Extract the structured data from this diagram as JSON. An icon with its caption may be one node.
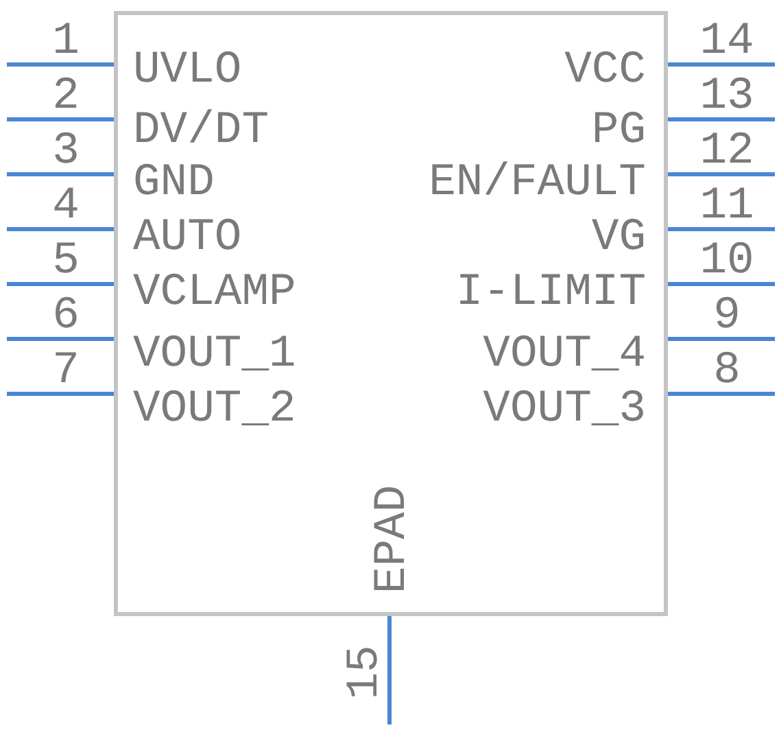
{
  "diagram": {
    "nodes": [
      {
        "text": [
          "UVLO",
          "VCC",
          "DV/DT",
          "PG",
          "GND",
          "EN/FAULT",
          "AUTO",
          "VG",
          "VCLAMP",
          "I-LIMIT",
          "VOUT_1",
          "VOUT_4",
          "VOUT_2",
          "VOUT_3",
          "EPAD"
        ]
      }
    ],
    "labels": [
      "1",
      "14",
      "2",
      "13",
      "3",
      "12",
      "4",
      "11",
      "5",
      "10",
      "6",
      "9",
      "7",
      "8",
      "15"
    ]
  }
}
